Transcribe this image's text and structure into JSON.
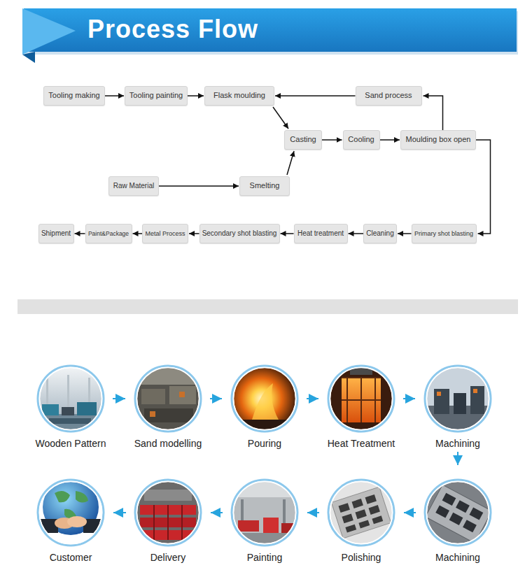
{
  "diagram": {
    "title": "Process Flow",
    "nodes": [
      {
        "text": [
          "Tooling making"
        ]
      },
      {
        "text": [
          "Tooling painting"
        ]
      },
      {
        "text": [
          "Flask moulding"
        ]
      },
      {
        "text": [
          "Sand process"
        ]
      },
      {
        "text": [
          "Casting"
        ]
      },
      {
        "text": [
          "Cooling"
        ]
      },
      {
        "text": [
          "Moulding box open"
        ]
      },
      {
        "text": [
          "Raw Material"
        ]
      },
      {
        "text": [
          "Smelting"
        ]
      },
      {
        "text": [
          "Shipment"
        ]
      },
      {
        "text": [
          "Paint&Package"
        ]
      },
      {
        "text": [
          "Metal Process"
        ]
      },
      {
        "text": [
          "Secondary shot blasting"
        ]
      },
      {
        "text": [
          "Heat treatment"
        ]
      },
      {
        "text": [
          "Cleaning"
        ]
      },
      {
        "text": [
          "Primary shot blasting"
        ]
      },
      {
        "text": [
          "Wooden Pattern"
        ]
      },
      {
        "text": [
          "Sand modelling"
        ]
      },
      {
        "text": [
          "Pouring"
        ]
      },
      {
        "text": [
          "Heat Treatment"
        ]
      },
      {
        "text": [
          "Machining"
        ]
      },
      {
        "text": [
          "Customer"
        ]
      },
      {
        "text": [
          "Delivery"
        ]
      },
      {
        "text": [
          "Painting"
        ]
      },
      {
        "text": [
          "Polishing"
        ]
      },
      {
        "text": [
          "Machining"
        ]
      }
    ],
    "edges": [
      {
        "from": 0,
        "to": 1,
        "arrow": "to"
      },
      {
        "from": 1,
        "to": 2,
        "arrow": "to"
      },
      {
        "from": 3,
        "to": 2,
        "arrow": "to"
      },
      {
        "from": 2,
        "to": 4,
        "arrow": "to"
      },
      {
        "from": 4,
        "to": 5,
        "arrow": "to"
      },
      {
        "from": 5,
        "to": 6,
        "arrow": "to"
      },
      {
        "from": 6,
        "to": 3,
        "arrow": "to"
      },
      {
        "from": 7,
        "to": 8,
        "arrow": "to"
      },
      {
        "from": 8,
        "to": 4,
        "arrow": "to"
      },
      {
        "from": 6,
        "to": 15,
        "arrow": "to"
      },
      {
        "from": 15,
        "to": 14,
        "arrow": "to"
      },
      {
        "from": 14,
        "to": 13,
        "arrow": "to"
      },
      {
        "from": 13,
        "to": 12,
        "arrow": "to"
      },
      {
        "from": 12,
        "to": 11,
        "arrow": "to"
      },
      {
        "from": 11,
        "to": 10,
        "arrow": "to"
      },
      {
        "from": 10,
        "to": 9,
        "arrow": "to"
      },
      {
        "from": 16,
        "to": 17,
        "arrow": "to"
      },
      {
        "from": 17,
        "to": 18,
        "arrow": "to"
      },
      {
        "from": 18,
        "to": 19,
        "arrow": "to"
      },
      {
        "from": 19,
        "to": 20,
        "arrow": "to"
      },
      {
        "from": 20,
        "to": 25,
        "arrow": "to"
      },
      {
        "from": 25,
        "to": 24,
        "arrow": "to"
      },
      {
        "from": 24,
        "to": 23,
        "arrow": "to"
      },
      {
        "from": 23,
        "to": 22,
        "arrow": "to"
      },
      {
        "from": 22,
        "to": 21,
        "arrow": "to"
      }
    ]
  }
}
